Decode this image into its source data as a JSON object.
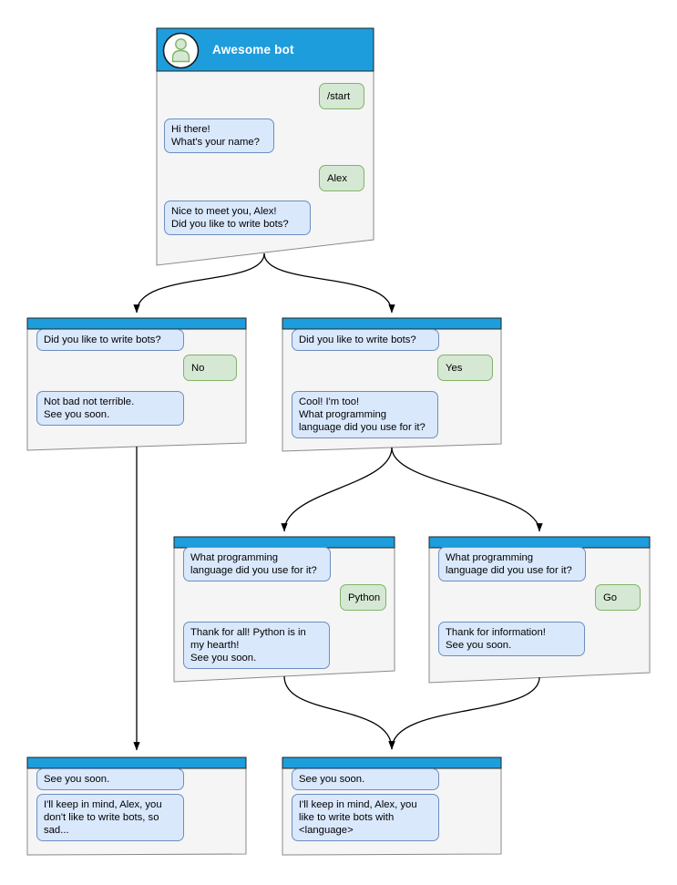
{
  "colors": {
    "header-blue": "#1E9DDC",
    "window-fill": "#F5F5F5",
    "window-border": "#8A8A8A",
    "bot-bubble-fill": "#DAE8FC",
    "bot-bubble-border": "#6C8EBF",
    "user-bubble-fill": "#D5E8D4",
    "user-bubble-border": "#82B366",
    "arrow": "#000000",
    "title-text": "#FFFFFF"
  },
  "windows": [
    {
      "name": "root",
      "title": "Awesome bot",
      "bubbles": [
        {
          "from": "user",
          "text": "/start"
        },
        {
          "from": "bot",
          "text": "Hi there!\nWhat's your name?"
        },
        {
          "from": "user",
          "text": "Alex"
        },
        {
          "from": "bot",
          "text": "Nice to meet you, Alex!\nDid you like to write bots?"
        }
      ]
    },
    {
      "name": "branch-no",
      "bubbles": [
        {
          "from": "bot",
          "text": "Did you like to write bots?"
        },
        {
          "from": "user",
          "text": "No"
        },
        {
          "from": "bot",
          "text": "Not bad not terrible.\nSee you soon."
        }
      ]
    },
    {
      "name": "branch-yes",
      "bubbles": [
        {
          "from": "bot",
          "text": "Did you like to write bots?"
        },
        {
          "from": "user",
          "text": "Yes"
        },
        {
          "from": "bot",
          "text": "Cool! I'm too!\nWhat programming\nlanguage did you use for it?"
        }
      ]
    },
    {
      "name": "branch-python",
      "bubbles": [
        {
          "from": "bot",
          "text": "What programming\nlanguage did you use for it?"
        },
        {
          "from": "user",
          "text": "Python"
        },
        {
          "from": "bot",
          "text": "Thank for all! Python is in\nmy hearth!\nSee you soon."
        }
      ]
    },
    {
      "name": "branch-go",
      "bubbles": [
        {
          "from": "bot",
          "text": "What programming\nlanguage did you use for it?"
        },
        {
          "from": "user",
          "text": "Go"
        },
        {
          "from": "bot",
          "text": "Thank for information!\nSee you soon."
        }
      ]
    },
    {
      "name": "end-no",
      "bubbles": [
        {
          "from": "bot",
          "text": "See you soon."
        },
        {
          "from": "bot",
          "text": "I'll keep in mind, Alex, you\ndon't like to write bots, so\nsad..."
        }
      ]
    },
    {
      "name": "end-yes",
      "bubbles": [
        {
          "from": "bot",
          "text": "See you soon."
        },
        {
          "from": "bot",
          "text": "I'll keep in mind, Alex, you\nlike to write bots with\n<language>"
        }
      ]
    }
  ]
}
